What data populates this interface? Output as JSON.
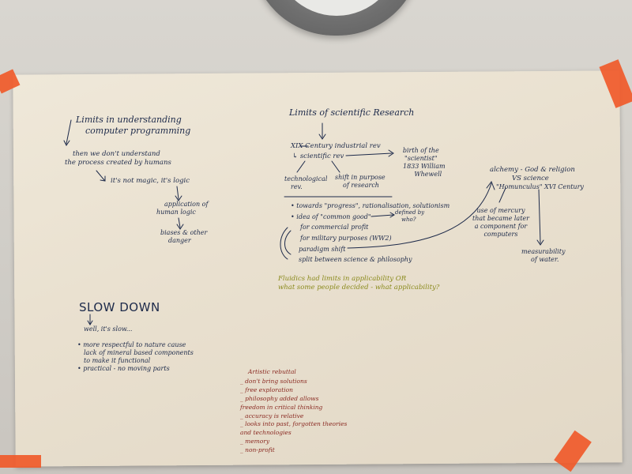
{
  "left_notes": {
    "title_lines": [
      "Limits in understanding",
      "computer programming"
    ],
    "then_lines": [
      "then we don't understand",
      "the process created by humans"
    ],
    "not_magic": "it's not magic, it's logic",
    "application_lines": [
      "application of",
      "human logic"
    ],
    "biases_lines": [
      "biases & other",
      "danger"
    ]
  },
  "center_notes": {
    "title": "Limits of scientific Research",
    "century": "XIX Century industrial rev",
    "scientific_rev": "↳ scientific rev",
    "birth_lines": [
      "birth of the",
      "\"scientist\"",
      "1833 William",
      "Whewell"
    ],
    "tech_lines": [
      "technological",
      "rev."
    ],
    "shift_lines": [
      "shift in purpose",
      "of research"
    ],
    "bullets": [
      "• towards \"progress\", rationalisation, solutionism",
      "• idea of \"common good\""
    ],
    "defined_lines": [
      "defined by",
      "who?"
    ],
    "purposes": [
      "for commercial profit",
      "for military purposes (WW2)",
      "paradigm shift",
      "split between science & philosophy"
    ],
    "question_lines": [
      "Fluidics had limits in applicability OR",
      "what some people decided - what applicability?"
    ]
  },
  "right_notes": {
    "alchemy_lines": [
      "alchemy - God & religion",
      "VS science"
    ],
    "homunculus": "\"Homunculus\" XVI Century",
    "mercury_lines": [
      "use of mercury",
      "that became later",
      "a component for",
      "computers"
    ],
    "measurability_lines": [
      "measurability",
      "of water."
    ]
  },
  "slow_notes": {
    "title": "SLOW DOWN",
    "sub": "well, it's slow...",
    "bullets": [
      [
        "• more respectful to nature cause",
        "lack of mineral based components",
        "to make it functional"
      ],
      [
        "• practical - no moving parts"
      ]
    ]
  },
  "artistic_notes": {
    "title": "Artistic rebuttal",
    "items": [
      "_ don't bring solutions",
      "_ free exploration",
      "_ philosophy added allows",
      "   freedom in critical thinking",
      "_ accuracy is relative",
      "_ looks into past, forgotten theories",
      "   and technologies",
      "_ memory",
      "_ non-profit"
    ]
  },
  "colors": {
    "ink_blue": "#1d2a4a",
    "ink_green": "#8a8a1c",
    "ink_red": "#8a2a22",
    "tape": "#f05a2a",
    "paper": "#ebe3d3"
  }
}
